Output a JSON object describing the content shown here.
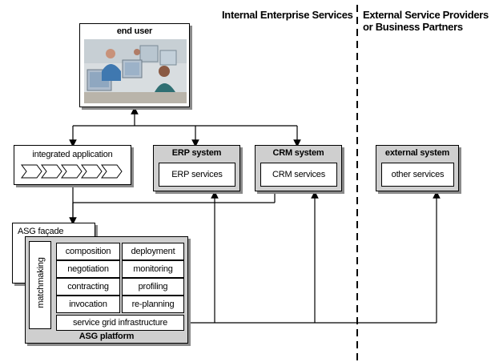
{
  "headers": {
    "internal": "Internal Enterprise Services",
    "external_line1": "External Service Providers",
    "external_line2": "or Business Partners"
  },
  "end_user": {
    "label": "end user"
  },
  "integrated_application": {
    "label": "integrated application"
  },
  "erp": {
    "title": "ERP system",
    "service": "ERP services"
  },
  "crm": {
    "title": "CRM system",
    "service": "CRM services"
  },
  "external": {
    "title": "external system",
    "service": "other services"
  },
  "asg_facade": {
    "label": "ASG façade"
  },
  "asg_platform": {
    "title": "ASG platform",
    "side_label": "matchmaking",
    "components": [
      "composition",
      "deployment",
      "negotiation",
      "monitoring",
      "contracting",
      "profiling",
      "invocation",
      "re-planning"
    ],
    "infrastructure": "service grid infrastructure"
  },
  "colors": {
    "box_grey": "#cfcfcf",
    "shadow": "#8a8a8a"
  }
}
